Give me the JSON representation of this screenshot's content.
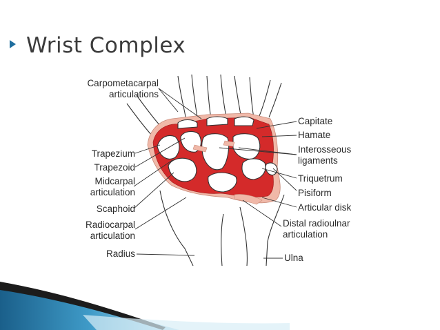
{
  "slide": {
    "title": "Wrist Complex"
  },
  "labels": {
    "carpometacarpal": [
      "Carpometacarpal",
      "articulations"
    ],
    "trapezium": "Trapezium",
    "trapezoid": "Trapezoid",
    "midcarpal": [
      "Midcarpal",
      "articulation"
    ],
    "scaphoid": "Scaphoid",
    "radiocarpal": [
      "Radiocarpal",
      "articulation"
    ],
    "radius": "Radius",
    "capitate": "Capitate",
    "hamate": "Hamate",
    "interosseous": [
      "Interosseous",
      "ligaments"
    ],
    "triquetrum": "Triquetrum",
    "pisiform": "Pisiform",
    "articular_disk": "Articular disk",
    "distal_radioulnar": [
      "Distal radioulnar",
      "articulation"
    ],
    "ulna": "Ulna"
  },
  "colors": {
    "cartilage_red": "#d42a2a",
    "capsule_pink": "#f0b8a8",
    "accent_blue": "#1f6e9e",
    "title_gray": "#3b3b3b"
  }
}
